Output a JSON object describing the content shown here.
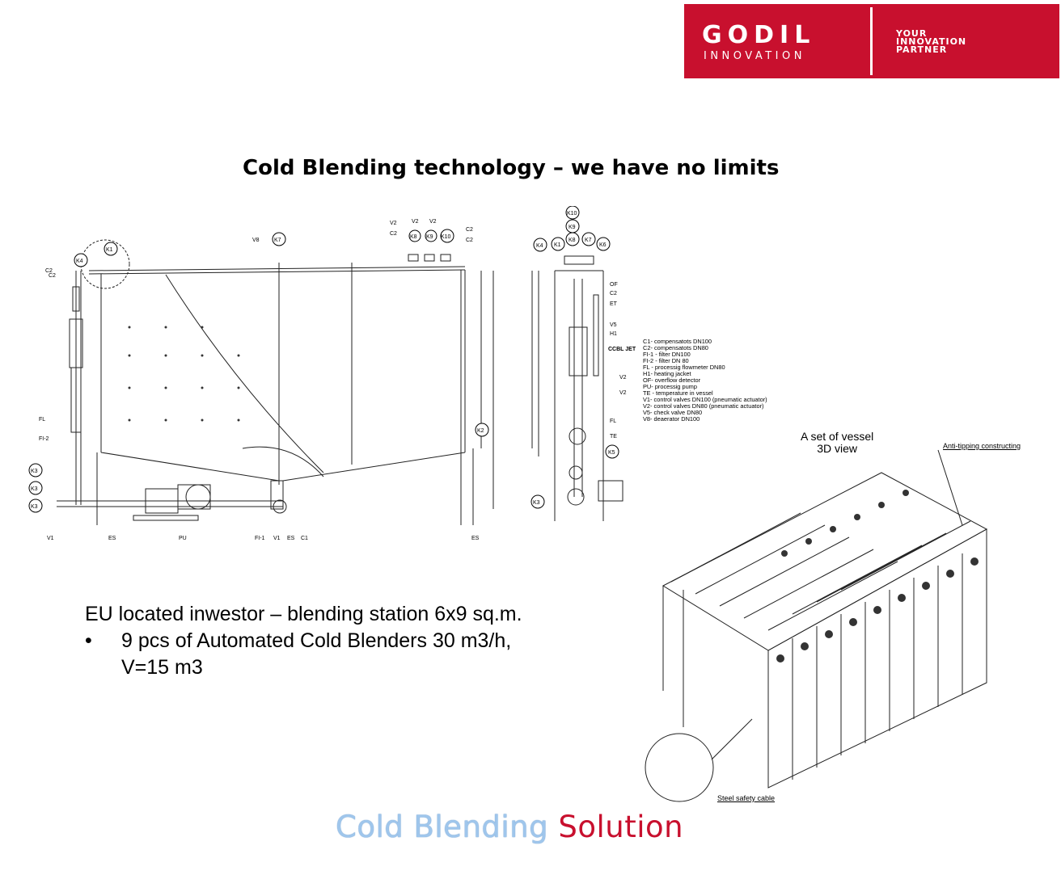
{
  "logo": {
    "brand": "GODIL",
    "sub": "INNOVATION",
    "tagline": [
      "YOUR",
      "INNOVATION",
      "PARTNER"
    ]
  },
  "title": "Cold Blending technology – we have no limits",
  "drawing_labels": {
    "left": [
      "K1",
      "K4",
      "C2",
      "K7",
      "V8",
      "FL",
      "FI-2",
      "K3",
      "K3",
      "K3",
      "V1",
      "ES",
      "PU",
      "FI-1",
      "V1",
      "ES",
      "C1",
      "ES",
      "K2"
    ],
    "side": [
      "K10",
      "K9",
      "K8",
      "K7",
      "K6",
      "K4",
      "K1",
      "OF",
      "C2",
      "ET",
      "V5",
      "H1",
      "CCBL JET",
      "V2",
      "V2",
      "FL",
      "TE",
      "K5",
      "K3"
    ],
    "valves_top": [
      "V2",
      "V2",
      "V2",
      "C2",
      "C2",
      "K8",
      "K9",
      "K10",
      "C2",
      "C2"
    ]
  },
  "legend": [
    "C1- compensatots DN100",
    "C2- compensatots DN80",
    "FI-1 - filter DN100",
    "FI-2 - filter DN 80",
    "FL - processig flowmeter DN80",
    "H1- heating jacket",
    "OF- overflow detector",
    "PU- processig pump",
    "TE - temperature in vessel",
    "V1- control valves DN100 (pneumatic actuator)",
    "V2- control valves DN80 (pneumatic actuator)",
    "V5- check valve DN80",
    "V8- deaerator DN100"
  ],
  "view3d": {
    "title_line1": "A set of vessel",
    "title_line2": "3D view",
    "callout_top": "Anti-tipping constructing",
    "callout_bottom": "Steel safety cable"
  },
  "info": {
    "line1": "EU located inwestor – blending station 6x9 sq.m.",
    "bullet": "•",
    "bullet_line1": "9 pcs of Automated Cold Blenders 30 m3/h,",
    "bullet_line2": "V=15 m3"
  },
  "slogan": {
    "cold": "Cold",
    "blending": "Blending",
    "solution": "Solution"
  }
}
